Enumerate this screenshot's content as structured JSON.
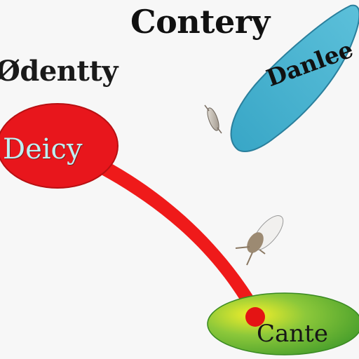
{
  "labels": {
    "top": "Contery",
    "left": "Ødentty",
    "red_node": "Deicy",
    "blue_node": "Danlee",
    "green_node": "Cante"
  },
  "colors": {
    "background": "#f7f7f7",
    "red_node": "#e8161c",
    "blue_node": "#3eaac8",
    "green_node": "#5fb430",
    "connector": "#ef1a1a"
  }
}
